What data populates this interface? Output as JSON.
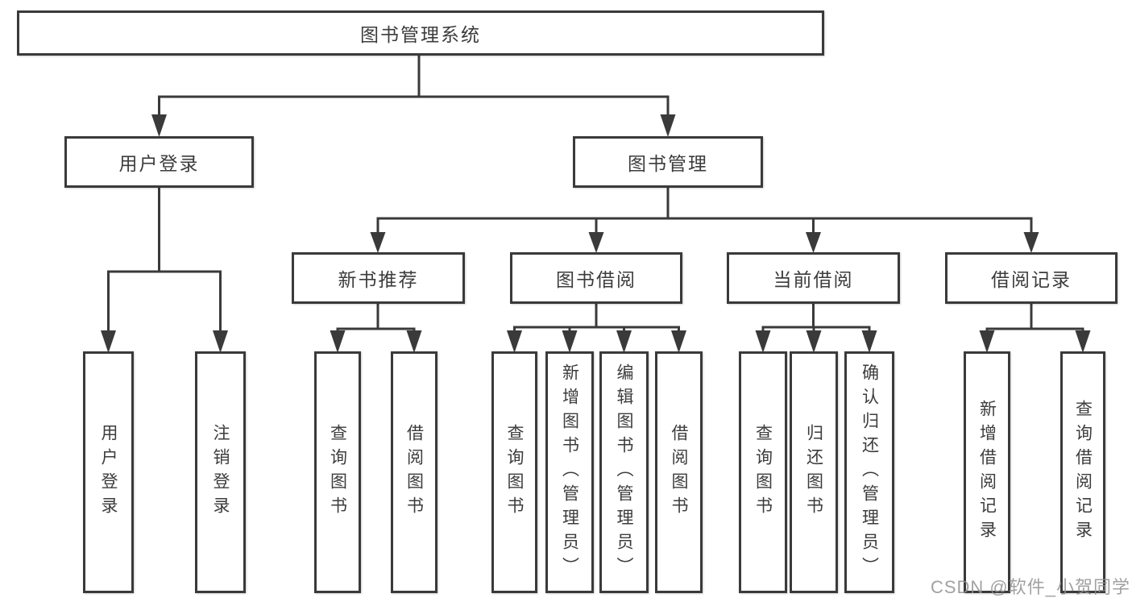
{
  "watermark": "CSDN @软件_小贺同学",
  "colors": {
    "line": "#3a3a3a",
    "box_border": "#3a3a3a",
    "box_fill": "#ffffff",
    "text": "#3c3c3c",
    "watermark": "#919191"
  },
  "tree": {
    "root": {
      "label": "图书管理系统"
    },
    "branches": [
      {
        "label": "用户登录",
        "children": [
          {
            "label": "用户登录"
          },
          {
            "label": "注销登录"
          }
        ]
      },
      {
        "label": "图书管理",
        "groups": [
          {
            "label": "新书推荐",
            "children": [
              {
                "label": "查询图书"
              },
              {
                "label": "借阅图书"
              }
            ]
          },
          {
            "label": "图书借阅",
            "children": [
              {
                "label": "查询图书"
              },
              {
                "label": "新增图书（管理员）"
              },
              {
                "label": "编辑图书（管理员）"
              },
              {
                "label": "借阅图书"
              }
            ]
          },
          {
            "label": "当前借阅",
            "children": [
              {
                "label": "查询图书"
              },
              {
                "label": "归还图书"
              },
              {
                "label": "确认归还（管理员）"
              }
            ]
          },
          {
            "label": "借阅记录",
            "children": [
              {
                "label": "新增借阅记录"
              },
              {
                "label": "查询借阅记录"
              }
            ]
          }
        ]
      }
    ]
  }
}
